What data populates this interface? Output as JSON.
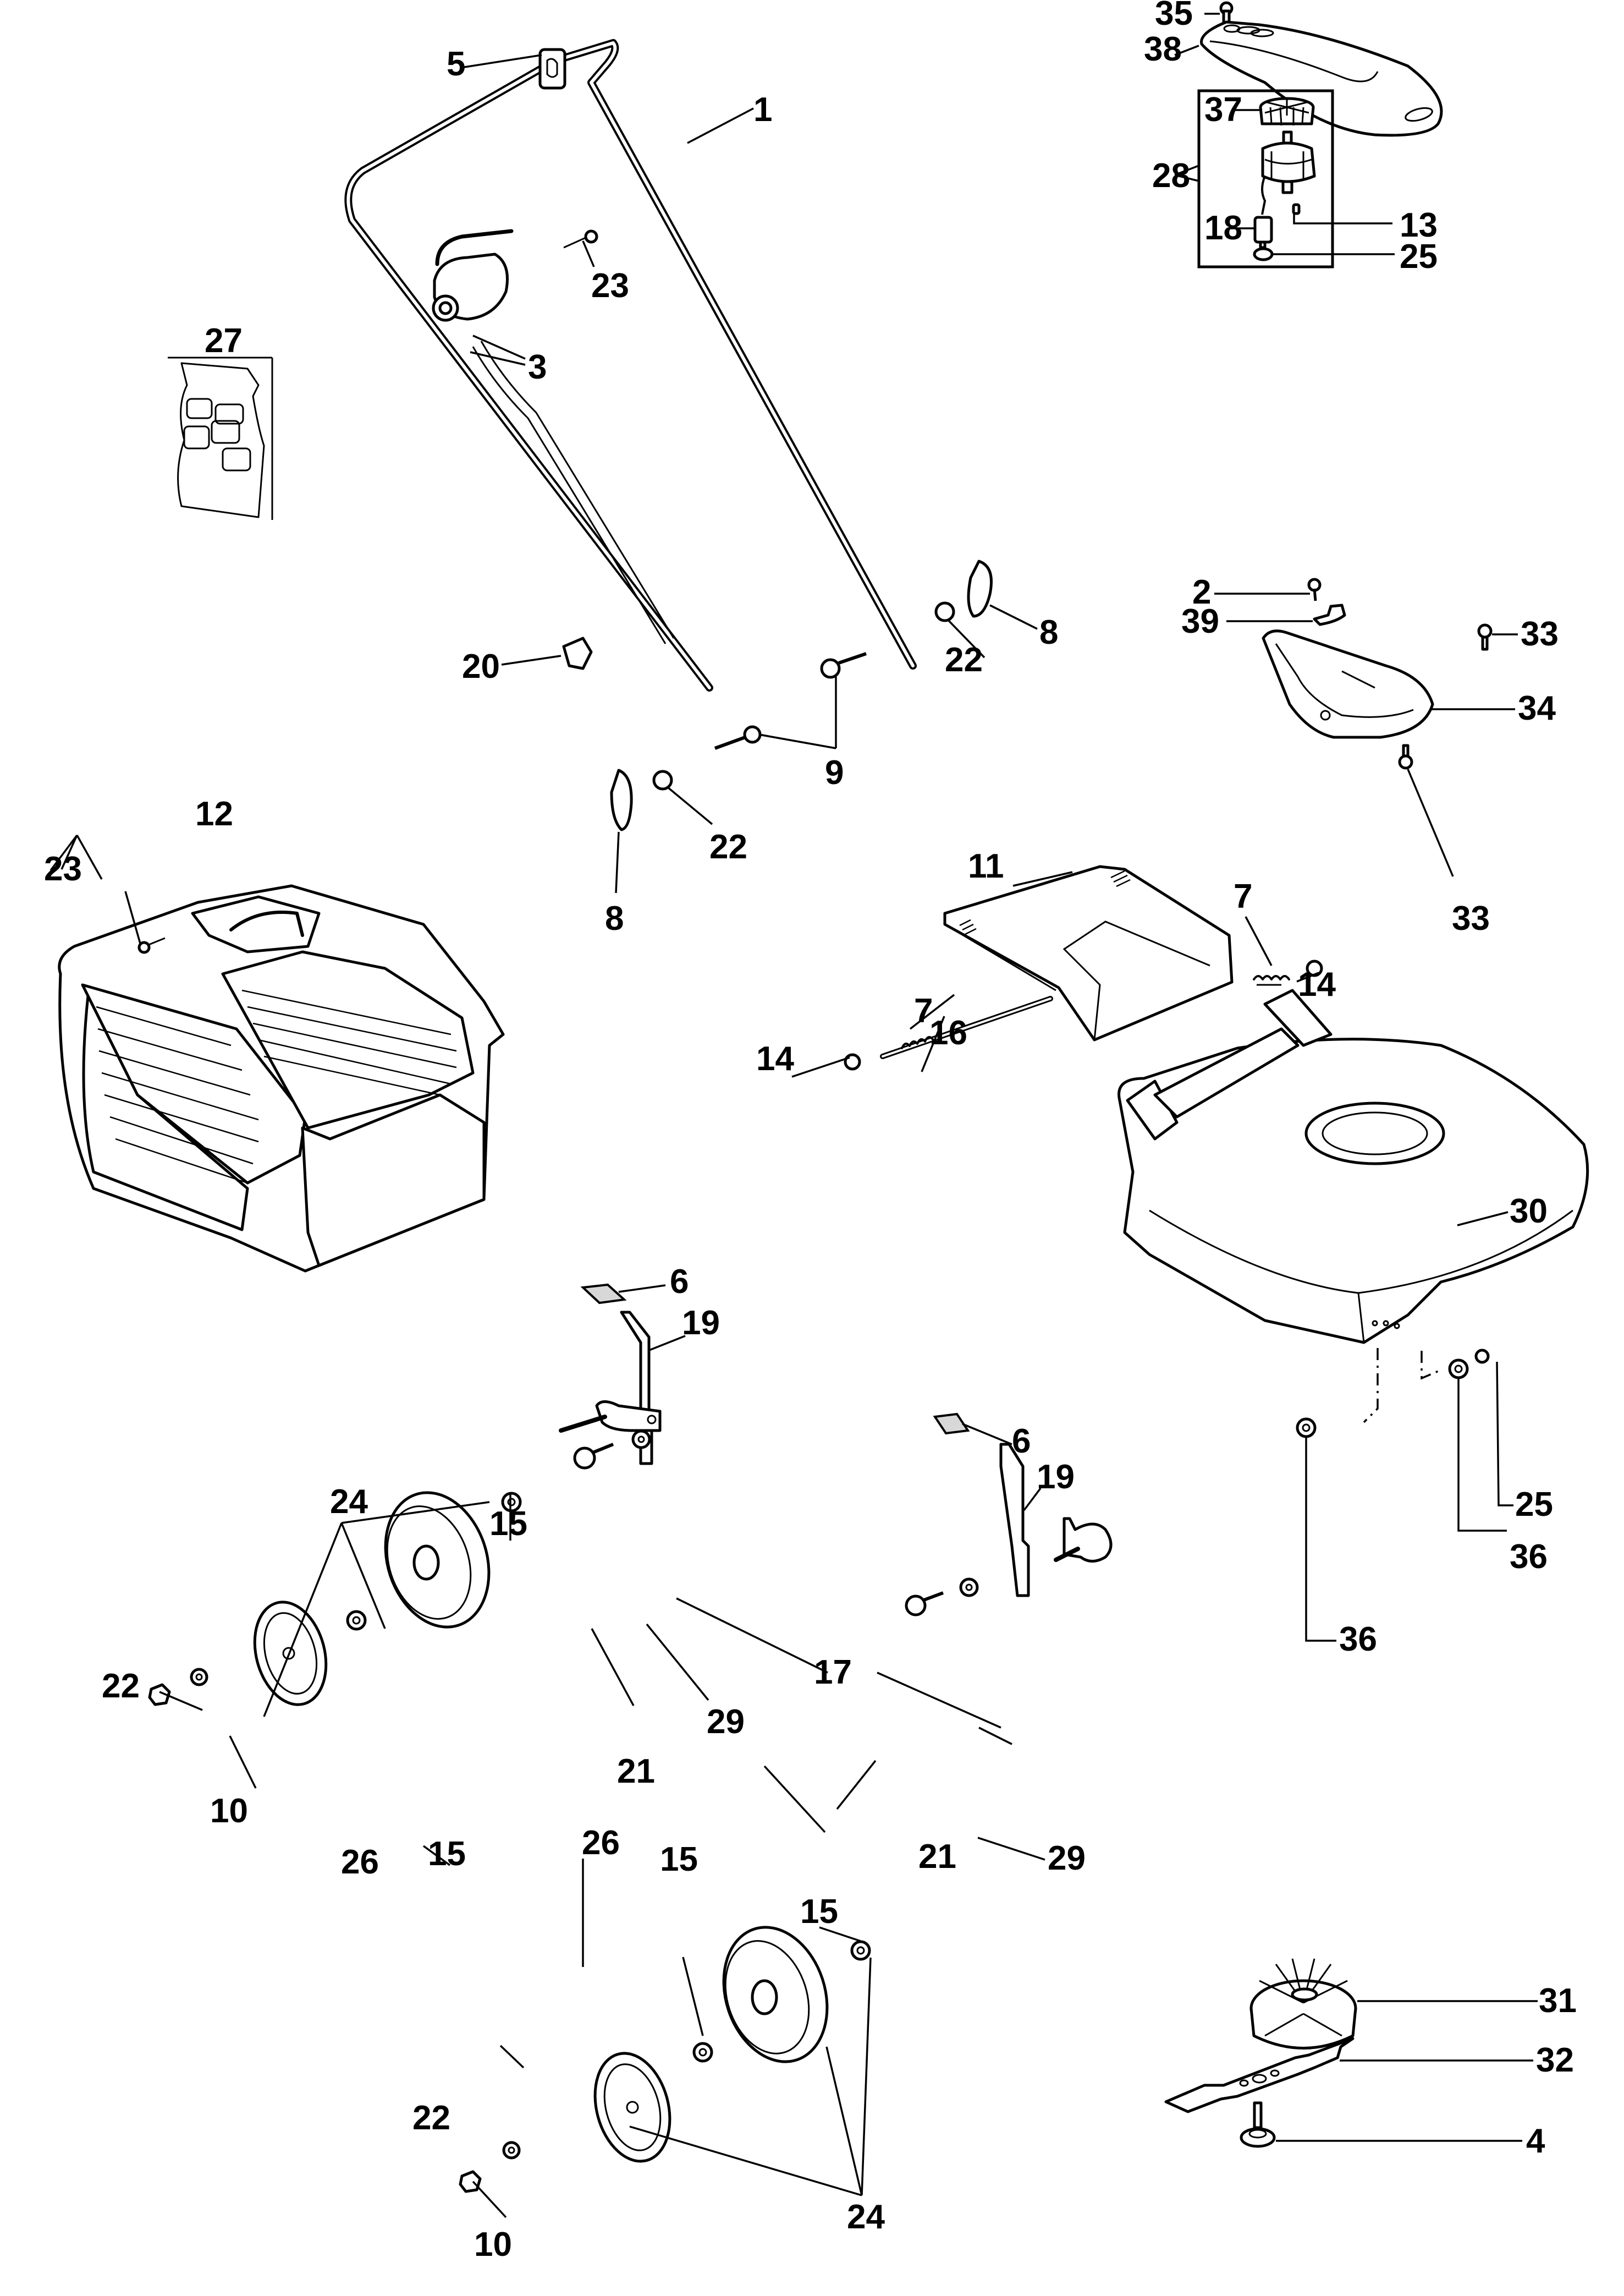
{
  "diagram": {
    "title": "Lawn mower exploded parts diagram",
    "callouts": [
      {
        "id": "c1",
        "label": "1",
        "part": "handle-upper"
      },
      {
        "id": "c2",
        "label": "2",
        "part": "screw-cable-clamp"
      },
      {
        "id": "c3",
        "label": "3",
        "part": "switch-with-lever"
      },
      {
        "id": "c4",
        "label": "4",
        "part": "blade-bolt"
      },
      {
        "id": "c5",
        "label": "5",
        "part": "cable-hook"
      },
      {
        "id": "c6a",
        "label": "6",
        "part": "height-lever-grip"
      },
      {
        "id": "c6b",
        "label": "6",
        "part": "height-lever-grip"
      },
      {
        "id": "c7a",
        "label": "7",
        "part": "spring"
      },
      {
        "id": "c7b",
        "label": "7",
        "part": "spring"
      },
      {
        "id": "c8a",
        "label": "8",
        "part": "handle-knob"
      },
      {
        "id": "c8b",
        "label": "8",
        "part": "handle-knob"
      },
      {
        "id": "c9",
        "label": "9",
        "part": "handle-bolt"
      },
      {
        "id": "c10a",
        "label": "10",
        "part": "wheel-nut"
      },
      {
        "id": "c10b",
        "label": "10",
        "part": "wheel-nut"
      },
      {
        "id": "c11",
        "label": "11",
        "part": "rear-flap"
      },
      {
        "id": "c12",
        "label": "12",
        "part": "grass-catcher"
      },
      {
        "id": "c13",
        "label": "13",
        "part": "key"
      },
      {
        "id": "c14a",
        "label": "14",
        "part": "retaining-washer"
      },
      {
        "id": "c14b",
        "label": "14",
        "part": "retaining-washer"
      },
      {
        "id": "c15a",
        "label": "15",
        "part": "bearing"
      },
      {
        "id": "c15b",
        "label": "15",
        "part": "bearing"
      },
      {
        "id": "c15c",
        "label": "15",
        "part": "bearing"
      },
      {
        "id": "c15d",
        "label": "15",
        "part": "bearing"
      },
      {
        "id": "c16",
        "label": "16",
        "part": "flap-pin"
      },
      {
        "id": "c17",
        "label": "17",
        "part": "axle-bracket"
      },
      {
        "id": "c18",
        "label": "18",
        "part": "capacitor"
      },
      {
        "id": "c19a",
        "label": "19",
        "part": "height-adjust-lever"
      },
      {
        "id": "c19b",
        "label": "19",
        "part": "height-adjust-lever"
      },
      {
        "id": "c20",
        "label": "20",
        "part": "cable-clip"
      },
      {
        "id": "c21a",
        "label": "21",
        "part": "bolt"
      },
      {
        "id": "c21b",
        "label": "21",
        "part": "bolt"
      },
      {
        "id": "c22a",
        "label": "22",
        "part": "washer"
      },
      {
        "id": "c22b",
        "label": "22",
        "part": "washer"
      },
      {
        "id": "c22c",
        "label": "22",
        "part": "washer"
      },
      {
        "id": "c22d",
        "label": "22",
        "part": "washer"
      },
      {
        "id": "c23a",
        "label": "23",
        "part": "screw"
      },
      {
        "id": "c23b",
        "label": "23",
        "part": "screw"
      },
      {
        "id": "c24a",
        "label": "24",
        "part": "wheel-assembly"
      },
      {
        "id": "c24b",
        "label": "24",
        "part": "wheel-assembly"
      },
      {
        "id": "c25a",
        "label": "25",
        "part": "nut"
      },
      {
        "id": "c25b",
        "label": "25",
        "part": "nut"
      },
      {
        "id": "c26a",
        "label": "26",
        "part": "hub-cap"
      },
      {
        "id": "c26b",
        "label": "26",
        "part": "hub-cap"
      },
      {
        "id": "c27",
        "label": "27",
        "part": "decal"
      },
      {
        "id": "c28",
        "label": "28",
        "part": "motor-assembly"
      },
      {
        "id": "c29a",
        "label": "29",
        "part": "washer"
      },
      {
        "id": "c29b",
        "label": "29",
        "part": "washer"
      },
      {
        "id": "c30",
        "label": "30",
        "part": "deck"
      },
      {
        "id": "c31",
        "label": "31",
        "part": "fan"
      },
      {
        "id": "c32",
        "label": "32",
        "part": "blade"
      },
      {
        "id": "c33a",
        "label": "33",
        "part": "bolt"
      },
      {
        "id": "c33b",
        "label": "33",
        "part": "bolt"
      },
      {
        "id": "c34",
        "label": "34",
        "part": "motor-housing"
      },
      {
        "id": "c35",
        "label": "35",
        "part": "screw"
      },
      {
        "id": "c36a",
        "label": "36",
        "part": "washer"
      },
      {
        "id": "c36b",
        "label": "36",
        "part": "washer"
      },
      {
        "id": "c37",
        "label": "37",
        "part": "motor-fan"
      },
      {
        "id": "c38",
        "label": "38",
        "part": "motor-cover"
      },
      {
        "id": "c39",
        "label": "39",
        "part": "cable-clamp"
      }
    ]
  }
}
